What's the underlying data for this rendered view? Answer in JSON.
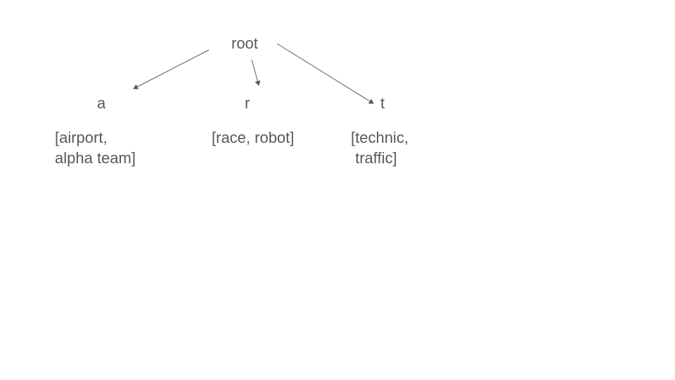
{
  "tree": {
    "root": {
      "label": "root"
    },
    "children": [
      {
        "label": "a",
        "items": [
          "[airport,",
          "alpha team]"
        ]
      },
      {
        "label": "r",
        "items": [
          "[race, robot]"
        ]
      },
      {
        "label": "t",
        "items": [
          "[technic,",
          " traffic]"
        ]
      }
    ]
  },
  "colors": {
    "text": "#595959",
    "edge": "#595959",
    "background": "#ffffff"
  }
}
